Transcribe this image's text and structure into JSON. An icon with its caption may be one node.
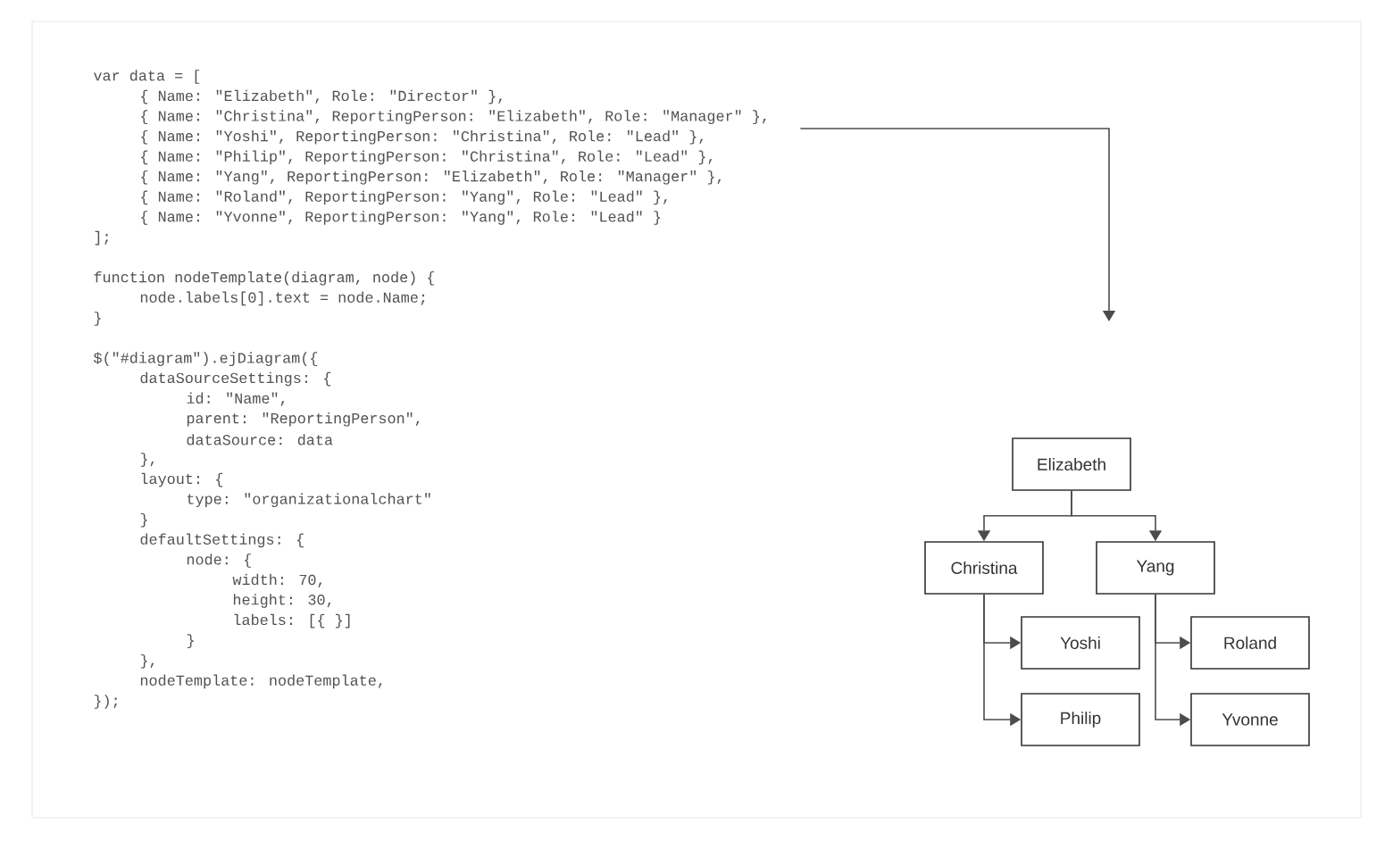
{
  "diagram": {
    "nodes": [
      {
        "text": [
          "var data = [",
          "{ Name: \"Elizabeth\", Role: \"Director\" },",
          "{ Name: \"Christina\", ReportingPerson: \"Elizabeth\", Role: \"Manager\" },",
          "{ Name: \"Yoshi\", ReportingPerson: \"Christina\", Role: \"Lead\" },",
          "{ Name: \"Philip\", ReportingPerson: \"Christina\", Role: \"Lead\" },",
          "{ Name: \"Yang\", ReportingPerson: \"Elizabeth\", Role: \"Manager\" },",
          "{ Name: \"Roland\", ReportingPerson: \"Yang\", Role: \"Lead\" },",
          "{ Name: \"Yvonne\", ReportingPerson: \"Yang\", Role: \"Lead\" }",
          "];",
          "function nodeTemplate(diagram, node) {",
          "node.labels[0].text = node.Name;",
          "}",
          "$(\"#diagram\").ejDiagram({",
          "dataSourceSettings: {",
          "id: \"Name\",",
          "parent: \"ReportingPerson\",",
          "dataSource: data",
          "},",
          "layout: {",
          "type: \"organizationalchart\"",
          "}",
          "defaultSettings: {",
          "node: {",
          "width: 70,",
          "height: 30,",
          "labels: [{ }]",
          "}",
          "},",
          "nodeTemplate: nodeTemplate,",
          "});"
        ]
      },
      {
        "text": [
          "Elizabeth"
        ]
      },
      {
        "text": [
          "Christina"
        ]
      },
      {
        "text": [
          "Yang"
        ]
      },
      {
        "text": [
          "Yoshi"
        ]
      },
      {
        "text": [
          "Philip"
        ]
      },
      {
        "text": [
          "Roland"
        ]
      },
      {
        "text": [
          "Yvonne"
        ]
      }
    ],
    "edges": [
      {
        "from": 0,
        "to": null,
        "arrow": "to"
      },
      {
        "from": 1,
        "to": 2,
        "arrow": "to"
      },
      {
        "from": 1,
        "to": 3,
        "arrow": "to"
      },
      {
        "from": 2,
        "to": 4,
        "arrow": "to"
      },
      {
        "from": 2,
        "to": 5,
        "arrow": "to"
      },
      {
        "from": 3,
        "to": 6,
        "arrow": "to"
      },
      {
        "from": 3,
        "to": 7,
        "arrow": "to"
      }
    ]
  }
}
